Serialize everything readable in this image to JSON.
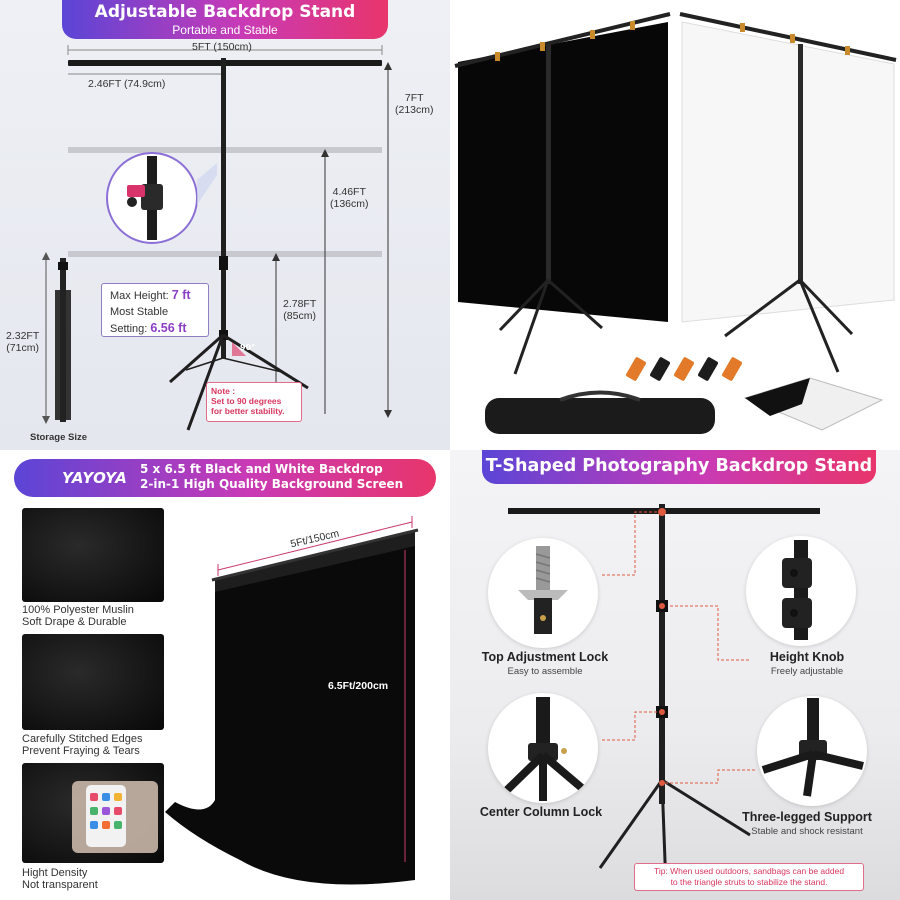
{
  "panel_top_left": {
    "title": "Adjustable Backdrop Stand",
    "subtitle": "Portable and Stable",
    "width_label": "5FT (150cm)",
    "crossbar_label": "2.46FT (74.9cm)",
    "max_height_label": [
      "7FT",
      "(213cm)"
    ],
    "mid_height_label": [
      "4.46FT",
      "(136cm)"
    ],
    "low_height_label": [
      "2.78FT",
      "(85cm)"
    ],
    "storage_height_label": [
      "2.32FT",
      "(71cm)"
    ],
    "storage_label": "Storage Size",
    "info_max_height_prefix": "Max Height:",
    "info_max_height_value": "7 ft",
    "info_stable_line1": "Most Stable",
    "info_stable_prefix": "Setting:",
    "info_stable_value": "6.56 ft",
    "angle_label": "90°",
    "note_lines": [
      "Note :",
      "Set to 90 degrees",
      "for better stability."
    ]
  },
  "panel_bottom_left": {
    "brand": "YAYOYA",
    "headline_line1": "5 x 6.5 ft Black and White Backdrop",
    "headline_line2": "2-in-1 High Quality Background Screen",
    "features": [
      {
        "line1": "100% Polyester Muslin",
        "line2": "Soft Drape & Durable"
      },
      {
        "line1": "Carefully Stitched Edges",
        "line2": "Prevent Fraying & Tears"
      },
      {
        "line1": "Hight Density",
        "line2": "Not transparent"
      }
    ],
    "width_label": "5Ft/150cm",
    "height_label": "6.5Ft/200cm"
  },
  "panel_bottom_right": {
    "title": "T-Shaped Photography Backdrop Stand",
    "features": [
      {
        "title": "Top Adjustment Lock",
        "subtitle": "Easy to assemble"
      },
      {
        "title": "Height Knob",
        "subtitle": "Freely adjustable"
      },
      {
        "title": "Center Column Lock",
        "subtitle": ""
      },
      {
        "title": "Three-legged Support",
        "subtitle": "Stable and shock resistant"
      }
    ],
    "tip_line1": "Tip: When used outdoors, sandbags can be added",
    "tip_line2": "to the triangle struts to stabilize the stand."
  },
  "colors": {
    "banner_start": "#5b45d6",
    "banner_mid": "#c83ab6",
    "banner_end": "#e8356b",
    "accent_purple": "#8b3fc7",
    "note_red": "#d8365e"
  }
}
